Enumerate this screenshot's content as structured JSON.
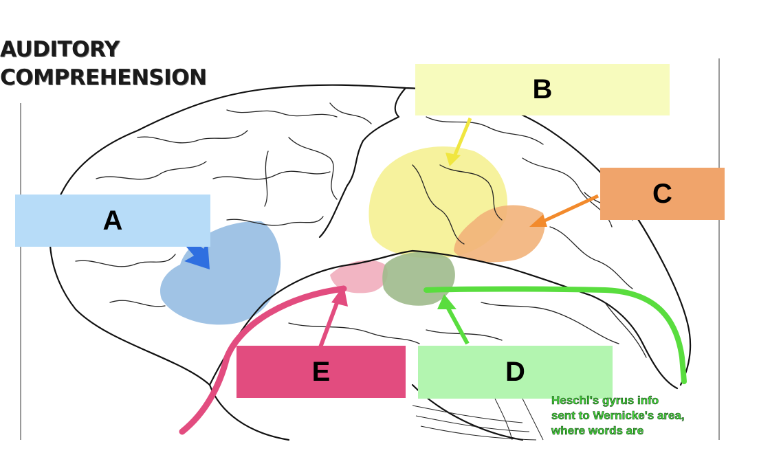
{
  "title": {
    "line1": "AUDITORY",
    "line2": "COMPREHENSION"
  },
  "labels": {
    "a": {
      "text": "A",
      "color": "#b7dcf8"
    },
    "b": {
      "text": "B",
      "color": "#f7fbbd"
    },
    "c": {
      "text": "C",
      "color": "#f0a46b"
    },
    "d": {
      "text": "D",
      "color": "#b3f5b0"
    },
    "e": {
      "text": "E",
      "color": "#e24c7f"
    }
  },
  "regions": {
    "blue": "#8fb8e0",
    "yellow": "#f5f08c",
    "orange": "#f2b27a",
    "pink": "#f0a8b8",
    "green": "#9fba8c"
  },
  "arrows": {
    "blue": "#2f6fe0",
    "yellow": "#f0e640",
    "orange": "#f28a2c",
    "pink": "#e24c7f",
    "green": "#59dd3e"
  },
  "note": {
    "line1": "Heschl's gyrus info",
    "line2": "sent to Wernicke's area,",
    "line3": "where words are"
  }
}
